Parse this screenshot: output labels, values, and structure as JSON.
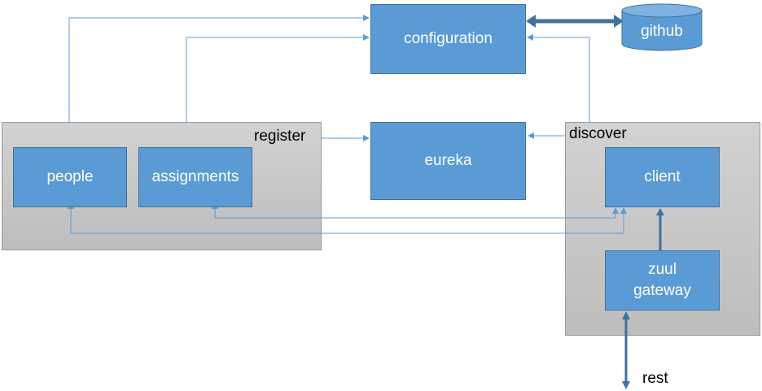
{
  "nodes": {
    "configuration": "configuration",
    "eureka": "eureka",
    "people": "people",
    "assignments": "assignments",
    "client": "client",
    "zuul_gateway": "zuul\ngateway",
    "github": "github"
  },
  "labels": {
    "register": "register",
    "discover": "discover",
    "rest": "rest"
  },
  "colors": {
    "node_fill": "#5b9bd5",
    "node_border": "#41719c",
    "connector": "#5b9bd5",
    "group_fill": "#c8c8c8"
  }
}
